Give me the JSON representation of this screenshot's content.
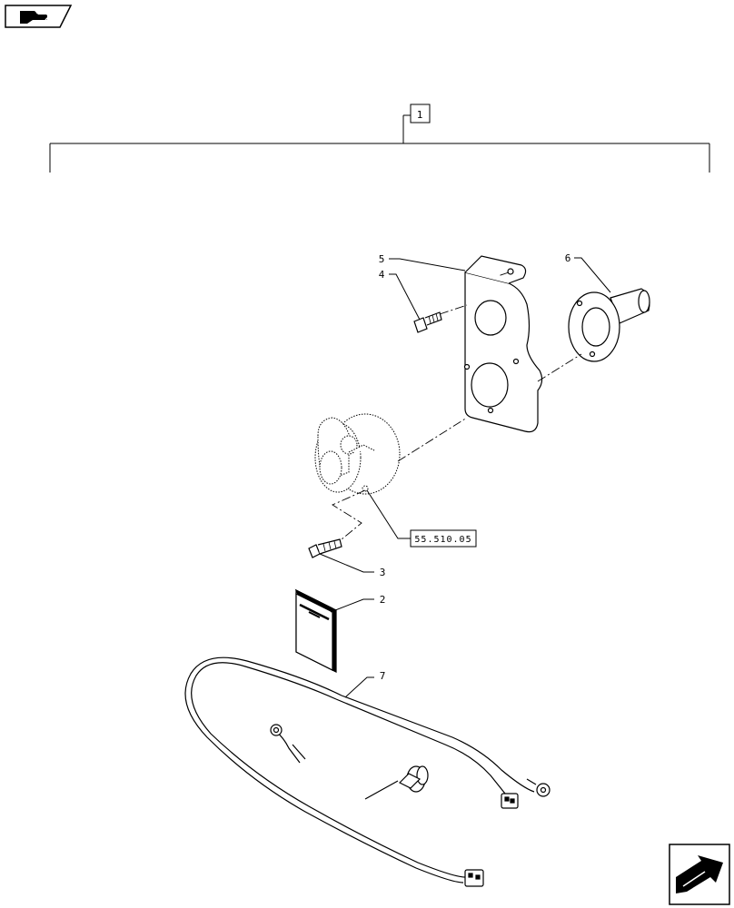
{
  "group_label": "1",
  "reference_box": "55.510.05",
  "callouts": [
    {
      "id": "2",
      "label": "2"
    },
    {
      "id": "3",
      "label": "3"
    },
    {
      "id": "4",
      "label": "4"
    },
    {
      "id": "5",
      "label": "5"
    },
    {
      "id": "6",
      "label": "6"
    },
    {
      "id": "7",
      "label": "7"
    }
  ],
  "icons": {
    "top_left": "previous-page-icon",
    "bottom_right": "next-page-icon"
  }
}
